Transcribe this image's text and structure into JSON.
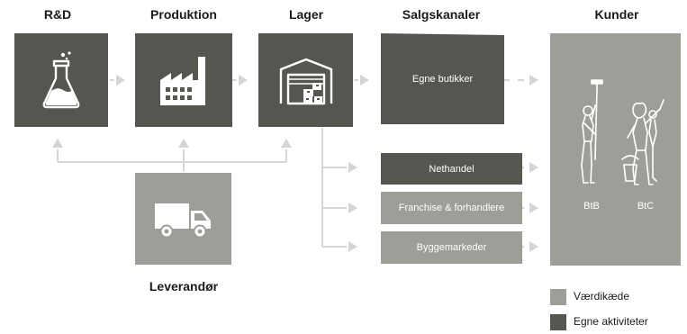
{
  "headings": {
    "rd": "R&D",
    "production": "Produktion",
    "warehouse": "Lager",
    "channels": "Salgskanaler",
    "customers": "Kunder"
  },
  "supplier": {
    "label": "Leverandør"
  },
  "channels": {
    "own_stores": "Egne butikker",
    "online": "Nethandel",
    "franchise": "Franchise & forhandlere",
    "diy": "Byggemarkeder"
  },
  "customers": {
    "btb": "BtB",
    "btc": "BtC"
  },
  "legend": {
    "value_chain": "Værdikæde",
    "own_activities": "Egne aktiviteter"
  },
  "colors": {
    "own_activities": "#575550",
    "value_chain": "#9e9d98",
    "connector": "#d6d5d2"
  },
  "icons": {
    "rd": "flask-icon",
    "production": "factory-icon",
    "warehouse": "warehouse-icon",
    "supplier": "truck-icon",
    "customers": "painters-icon"
  }
}
